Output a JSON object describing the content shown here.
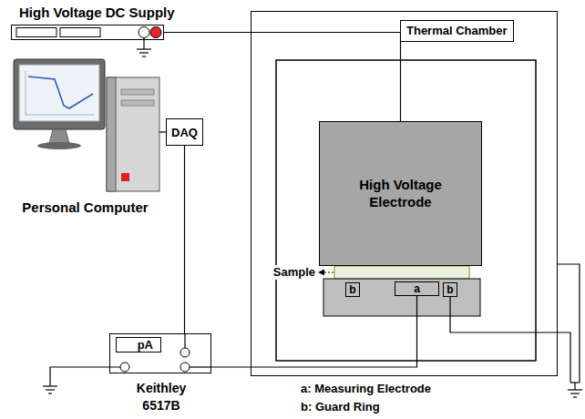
{
  "diagram": {
    "nodes": [
      {
        "text": [
          "High Voltage DC Supply"
        ]
      },
      {
        "text": [
          "Thermal Chamber"
        ]
      },
      {
        "text": [
          "High Voltage Electrode"
        ],
        "in": 1
      },
      {
        "text": [
          "b"
        ],
        "in": 1
      },
      {
        "text": [
          "a"
        ],
        "in": 1
      },
      {
        "text": [
          "b"
        ],
        "in": 1
      },
      {
        "text": [
          "Personal Computer"
        ]
      },
      {
        "text": [
          "DAQ"
        ]
      },
      {
        "text": [
          "pA",
          "Keithley 6517B"
        ]
      }
    ],
    "edges": [
      {
        "from": 0,
        "to": 2,
        "arrow": "none"
      },
      {
        "from": 6,
        "to": 7,
        "arrow": "none"
      },
      {
        "from": 7,
        "to": 8,
        "arrow": "none"
      },
      {
        "from": 8,
        "to": 4,
        "arrow": "none"
      }
    ],
    "labels": [
      "Sample",
      "a: Measuring Electrode",
      "b: Guard Ring"
    ]
  }
}
